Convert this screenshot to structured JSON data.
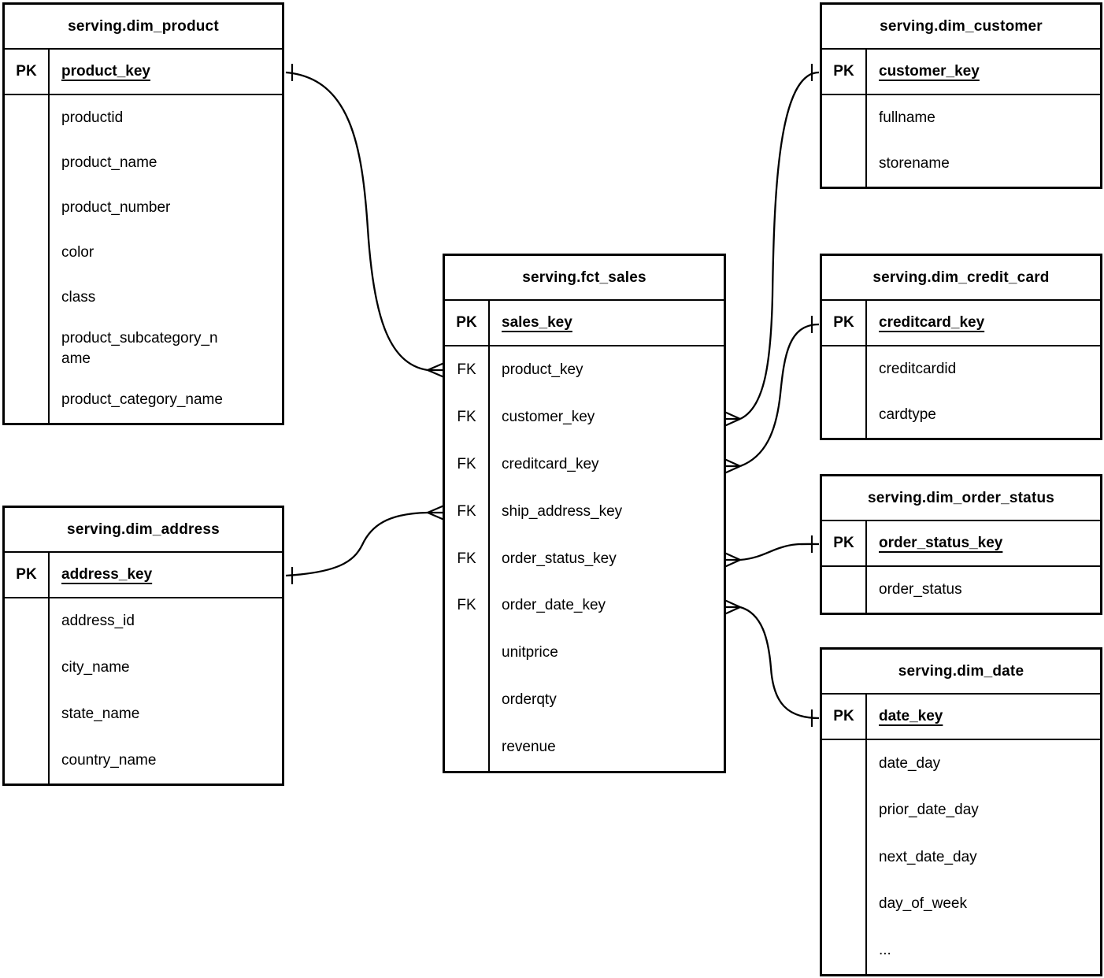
{
  "diagram": {
    "type": "entity-relationship-diagram",
    "colors": {
      "line": "#000000",
      "background": "#ffffff",
      "text": "#000000"
    },
    "tables": [
      {
        "id": "dim_product",
        "title": "serving.dim_product",
        "rows": [
          {
            "key": "PK",
            "name": "product_key",
            "is_pk": true
          },
          {
            "key": "",
            "name": "productid"
          },
          {
            "key": "",
            "name": "product_name"
          },
          {
            "key": "",
            "name": "product_number"
          },
          {
            "key": "",
            "name": "color"
          },
          {
            "key": "",
            "name": "class"
          },
          {
            "key": "",
            "name": "product_subcategory_name",
            "wrapped": true
          },
          {
            "key": "",
            "name": "product_category_name"
          }
        ]
      },
      {
        "id": "dim_address",
        "title": "serving.dim_address",
        "rows": [
          {
            "key": "PK",
            "name": "address_key",
            "is_pk": true
          },
          {
            "key": "",
            "name": "address_id"
          },
          {
            "key": "",
            "name": "city_name"
          },
          {
            "key": "",
            "name": "state_name"
          },
          {
            "key": "",
            "name": "country_name"
          }
        ]
      },
      {
        "id": "fct_sales",
        "title": "serving.fct_sales",
        "rows": [
          {
            "key": "PK",
            "name": "sales_key",
            "is_pk": true
          },
          {
            "key": "FK",
            "name": "product_key"
          },
          {
            "key": "FK",
            "name": "customer_key"
          },
          {
            "key": "FK",
            "name": "creditcard_key"
          },
          {
            "key": "FK",
            "name": "ship_address_key"
          },
          {
            "key": "FK",
            "name": "order_status_key"
          },
          {
            "key": "FK",
            "name": "order_date_key"
          },
          {
            "key": "",
            "name": "unitprice"
          },
          {
            "key": "",
            "name": "orderqty"
          },
          {
            "key": "",
            "name": "revenue"
          }
        ]
      },
      {
        "id": "dim_customer",
        "title": "serving.dim_customer",
        "rows": [
          {
            "key": "PK",
            "name": "customer_key",
            "is_pk": true
          },
          {
            "key": "",
            "name": "fullname"
          },
          {
            "key": "",
            "name": "storename"
          }
        ]
      },
      {
        "id": "dim_credit_card",
        "title": "serving.dim_credit_card",
        "rows": [
          {
            "key": "PK",
            "name": "creditcard_key",
            "is_pk": true
          },
          {
            "key": "",
            "name": "creditcardid"
          },
          {
            "key": "",
            "name": "cardtype"
          }
        ]
      },
      {
        "id": "dim_order_status",
        "title": "serving.dim_order_status",
        "rows": [
          {
            "key": "PK",
            "name": "order_status_key",
            "is_pk": true
          },
          {
            "key": "",
            "name": "order_status"
          }
        ]
      },
      {
        "id": "dim_date",
        "title": "serving.dim_date",
        "rows": [
          {
            "key": "PK",
            "name": "date_key",
            "is_pk": true
          },
          {
            "key": "",
            "name": "date_day"
          },
          {
            "key": "",
            "name": "prior_date_day"
          },
          {
            "key": "",
            "name": "next_date_day"
          },
          {
            "key": "",
            "name": "day_of_week"
          },
          {
            "key": "",
            "name": "..."
          }
        ]
      }
    ],
    "relationships": [
      {
        "one": "serving.dim_product.product_key",
        "many": "serving.fct_sales.product_key",
        "one_notation": "tick",
        "many_notation": "crow-foot"
      },
      {
        "one": "serving.dim_address.address_key",
        "many": "serving.fct_sales.ship_address_key",
        "one_notation": "tick",
        "many_notation": "crow-foot"
      },
      {
        "one": "serving.dim_customer.customer_key",
        "many": "serving.fct_sales.customer_key",
        "one_notation": "tick",
        "many_notation": "crow-foot"
      },
      {
        "one": "serving.dim_credit_card.creditcard_key",
        "many": "serving.fct_sales.creditcard_key",
        "one_notation": "tick",
        "many_notation": "crow-foot"
      },
      {
        "one": "serving.dim_order_status.order_status_key",
        "many": "serving.fct_sales.order_status_key",
        "one_notation": "tick",
        "many_notation": "crow-foot"
      },
      {
        "one": "serving.dim_date.date_key",
        "many": "serving.fct_sales.order_date_key",
        "one_notation": "tick",
        "many_notation": "crow-foot"
      }
    ]
  }
}
